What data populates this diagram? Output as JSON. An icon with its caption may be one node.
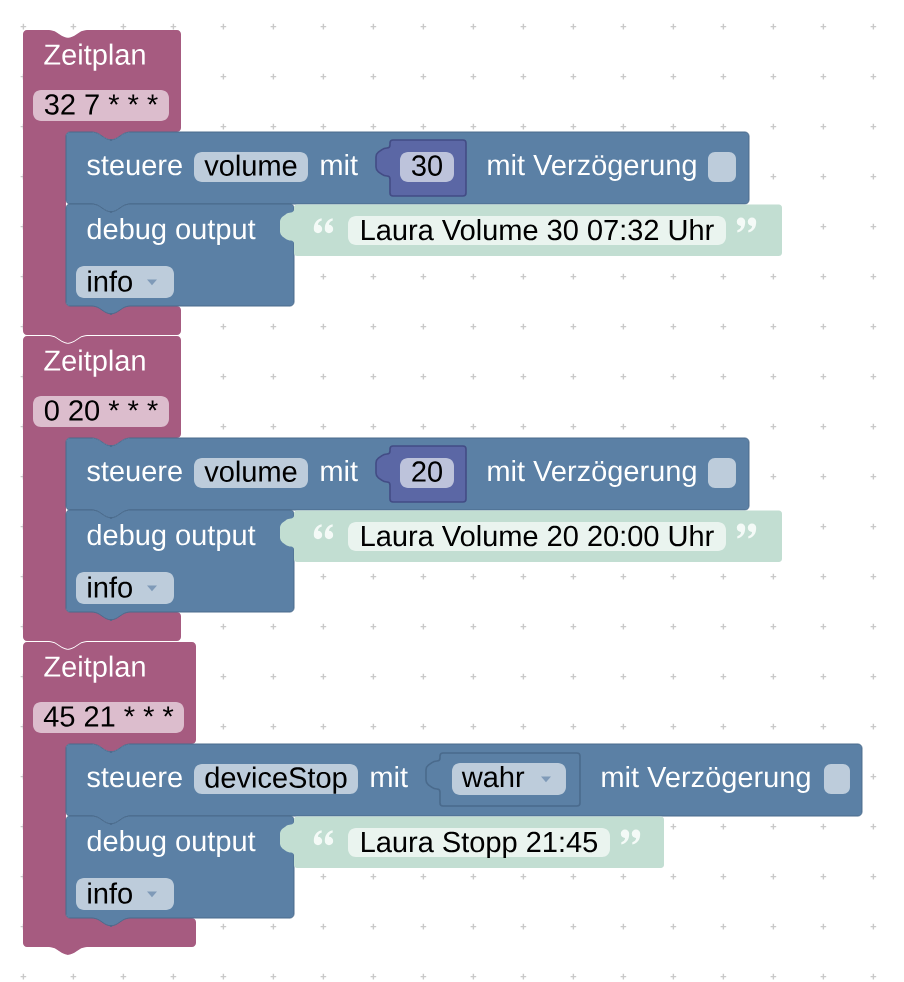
{
  "diagram": {
    "nodes": [
      {
        "text": [
          "Zeitplan"
        ]
      },
      {
        "text": [
          "32 7 * * *"
        ],
        "in": 0
      },
      {
        "text": [
          "steuere",
          "mit",
          "mit Verzögerung"
        ]
      },
      {
        "text": [
          "volume"
        ],
        "in": 2
      },
      {
        "text": [
          "30"
        ],
        "in": 2
      },
      {
        "text": [],
        "shape": "box",
        "in": 2
      },
      {
        "text": [
          "debug output"
        ]
      },
      {
        "text": [
          "Laura Volume 30 07:32 Uhr"
        ]
      },
      {
        "text": [
          "info"
        ],
        "in": 6
      },
      {
        "text": [
          "Zeitplan"
        ]
      },
      {
        "text": [
          "0 20 * * *"
        ],
        "in": 9
      },
      {
        "text": [
          "steuere",
          "mit",
          "mit Verzögerung"
        ]
      },
      {
        "text": [
          "volume"
        ],
        "in": 11
      },
      {
        "text": [
          "20"
        ],
        "in": 11
      },
      {
        "text": [],
        "shape": "box",
        "in": 11
      },
      {
        "text": [
          "debug output"
        ]
      },
      {
        "text": [
          "Laura Volume 20 20:00 Uhr"
        ]
      },
      {
        "text": [
          "info"
        ],
        "in": 15
      },
      {
        "text": [
          "Zeitplan"
        ]
      },
      {
        "text": [
          "45 21 * * *"
        ],
        "in": 18
      },
      {
        "text": [
          "steuere",
          "mit",
          "mit Verzögerung"
        ]
      },
      {
        "text": [
          "deviceStop"
        ],
        "in": 20
      },
      {
        "text": [
          "wahr"
        ],
        "in": 20
      },
      {
        "text": [],
        "shape": "box",
        "in": 20
      },
      {
        "text": [
          "debug output"
        ]
      },
      {
        "text": [
          "Laura Stopp 21:45"
        ]
      },
      {
        "text": [
          "info"
        ],
        "in": 24
      }
    ]
  }
}
